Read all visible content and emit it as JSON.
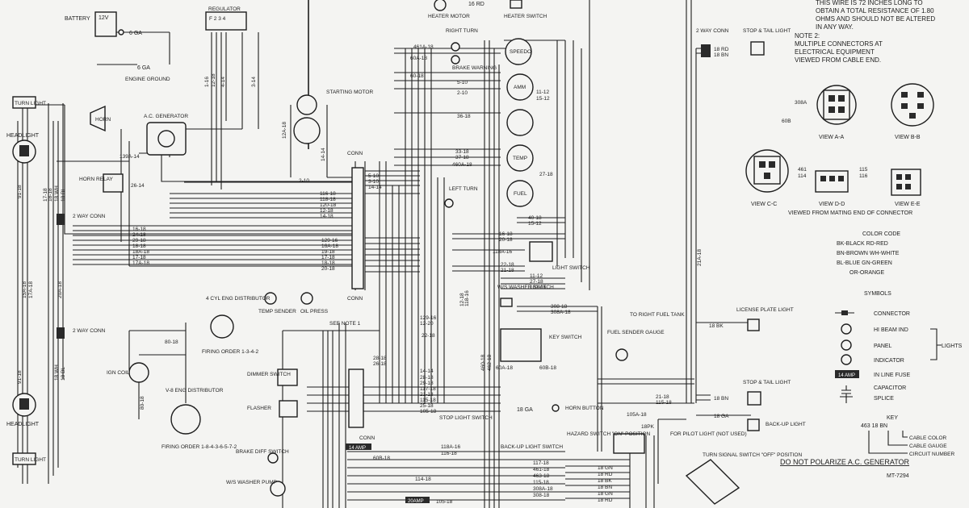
{
  "labels": {
    "battery": "BATTERY",
    "battery_v": "12V",
    "bat_wire": "6 GA",
    "regulator": "REGULATOR",
    "reg_pins": "F 2 3 4",
    "eng_ground_wire": "6 GA",
    "engine_ground": "ENGINE GROUND",
    "turn_light_tl": "TURN LIGHT",
    "turn_light_bl": "TURN LIGHT",
    "headlight_top": "HEADLIGHT",
    "headlight_bot": "HEADLIGHT",
    "horn": "HORN",
    "ac_generator": "A.C. GENERATOR",
    "w139": "139A-14",
    "horn_relay": "HORN RELAY",
    "two_way_conn_1": "2 WAY CONN",
    "two_way_conn_2": "2 WAY CONN",
    "two_way_conn_3": "2 WAY CONN",
    "starting_motor": "STARTING MOTOR",
    "heater_motor": "HEATER MOTOR",
    "heater_switch": "HEATER SWITCH",
    "w16rd": "16 RD",
    "right_turn": "RIGHT TURN",
    "brake_warning": "BRAKE WARNING",
    "left_turn": "LEFT TURN",
    "speedo": "SPEEDO",
    "amm": "AMM",
    "temp": "TEMP",
    "fuel": "FUEL",
    "light_switch": "LIGHT SWITCH",
    "temp_sender": "TEMP SENDER",
    "oil_press": "OIL PRESS",
    "four_cyl": "4 CYL ENG DISTRIBUTOR",
    "firing_order_4": "FIRING ORDER 1-3-4-2",
    "v8": "V-8 ENG DISTRIBUTOR",
    "firing_order_8": "FIRING ORDER 1-8-4-3-6-5-7-2",
    "ign_coil": "IGN COIL",
    "dimmer_switch": "DIMMER SWITCH",
    "flasher": "FLASHER",
    "brake_diff_switch": "BRAKE DIFF SWITCH",
    "ws_washer_pump": "W/S WASHER PUMP",
    "ws_washer_switch": "W/S WASHER SWITCH",
    "see_note_1": "SEE NOTE 1",
    "key_switch": "KEY SWITCH",
    "stop_light_switch": "STOP LIGHT SWITCH",
    "horn_button": "HORN BUTTON",
    "w18ga": "18 GA",
    "amp14": "14 AMP",
    "amp20": "20AMP",
    "backup_light_switch": "BACK-UP LIGHT SWITCH",
    "hazard_switch": "HAZARD SWITCH \"ON\" POSITION",
    "pilot_light": "FOR PILOT LIGHT (NOT USED)",
    "turn_signal_switch": "TURN SIGNAL SWITCH \"OFF\" POSITION",
    "fuel_sender": "FUEL SENDER GAUGE",
    "right_fuel_tank": "TO RIGHT FUEL TANK",
    "license_plate": "LICENSE PLATE LIGHT",
    "stop_tail_top": "STOP & TAIL LIGHT",
    "stop_tail_bot": "STOP & TAIL LIGHT",
    "backup_light": "BACK-UP LIGHT",
    "conn_a": "CONN",
    "conn_b": "CONN",
    "conn_c": "CONN",
    "do_not_polarize": "DO NOT POLARIZE A.C. GENERATOR",
    "mt_number": "MT-7294"
  },
  "wires": {
    "w1": "1-16",
    "w2": "12-18",
    "w3": "3-14",
    "w4": "4-14",
    "w5": "2-10",
    "w6": "26-14",
    "w7": "12A-18",
    "w8": "14-14",
    "w9": "5-10",
    "w10": "3-10",
    "w11": "14-14",
    "w12": "116-18",
    "w13": "118-18",
    "w14": "120-18",
    "w15": "12-18",
    "w16": "14-18",
    "w17": "16-18",
    "w18": "24-18",
    "w19": "29-18",
    "w20": "18-18",
    "w21": "18A-18",
    "w22": "17-18",
    "w23": "17A-18",
    "w24": "129-16",
    "w25": "16A-18",
    "w26": "19-18",
    "w27": "17-18",
    "w28": "18-18",
    "w29": "20-18",
    "w30": "461A-18",
    "w31": "60A-18",
    "w32": "60-18",
    "w33": "5-10",
    "w34": "2-10",
    "w35": "36-18",
    "w36": "33-18",
    "w37": "37-18",
    "w38": "460A-18",
    "w39": "11-12",
    "w40": "15-12",
    "w41": "27-18",
    "w42": "40-18",
    "w43": "15-12",
    "w44": "16-18",
    "w45": "20-18",
    "w46": "118A-16",
    "w47": "22-18",
    "w48": "21-18",
    "w49": "11-12",
    "w50": "27-18",
    "w51": "102-16",
    "w52": "308-18",
    "w53": "308A-18",
    "w54": "129-16",
    "w55": "12-20",
    "w56": "22-18",
    "w57": "28-18",
    "w58": "26-18",
    "w59": "14-14",
    "w60": "28-18",
    "w61": "29-18",
    "w62": "117-18",
    "w63": "21-18",
    "w64": "115-18",
    "w65": "25-18",
    "w66": "105-18",
    "w67": "60A-18",
    "w68": "60B-18",
    "w69": "118A-16",
    "w70": "116-18",
    "w71": "60B-18",
    "w72": "114-18",
    "w73": "117-18",
    "w74": "461-18",
    "w75": "463-18",
    "w76": "115-18",
    "w77": "308A-18",
    "w78": "308-18",
    "w79": "105-18",
    "w80": "18 GN",
    "w81": "18 RD",
    "w82": "18 BK",
    "w83": "18 BN",
    "w84": "18 GN",
    "w85": "18 RD",
    "w86": "18 BN",
    "w87": "21-18",
    "w88": "115-18",
    "w89": "105A-18",
    "w90": "18PK",
    "w91": "18 BK",
    "w92": "18 BN",
    "w93": "21A-18",
    "w94": "18 GA",
    "w95": "80-18",
    "w96": "80-18",
    "w97": "20A-18",
    "w98": "15A-18",
    "w99": "17A-18",
    "w100": "91-18",
    "w101": "91-18",
    "w102": "17-18",
    "w103": "18-18",
    "w104": "18 WH",
    "w105": "18 BL",
    "w106": "18 WH",
    "w107": "18 BL",
    "w108": "460-18",
    "w109": "462-18",
    "w110": "118-16",
    "w111": "12-18"
  },
  "notes": {
    "note1_line1": "THIS WIRE IS 72 INCHES LONG TO",
    "note1_line2": "OBTAIN A TOTAL RESISTANCE OF 1.80",
    "note1_line3": "OHMS AND SHOULD NOT BE ALTERED",
    "note1_line4": "IN ANY WAY.",
    "note2_title": "NOTE 2:",
    "note2_line1": "MULTIPLE CONNECTORS AT",
    "note2_line2": "ELECTRICAL EQUIPMENT",
    "note2_line3": "VIEWED FROM CABLE END.",
    "view_aa": "VIEW A-A",
    "view_bb": "VIEW B-B",
    "view_cc": "VIEW C-C",
    "view_dd": "VIEW D-D",
    "view_ee": "VIEW E-E",
    "viewed_from": "VIEWED FROM MATING END OF CONNECTOR",
    "wire_308a": "308A",
    "wire_60b": "60B",
    "wire_461": "461",
    "wire_114": "114",
    "wire_115": "115",
    "wire_116": "116"
  },
  "color_code": {
    "title": "COLOR CODE",
    "rows": [
      "BK-BLACK  RD-RED",
      "BN-BROWN  WH-WHITE",
      "BL-BLUE   GN-GREEN",
      "OR-ORANGE"
    ]
  },
  "symbols": {
    "title": "SYMBOLS",
    "items": [
      "CONNECTOR",
      "HI BEAM IND",
      "PANEL",
      "INDICATOR",
      "IN LINE FUSE",
      "CAPACITOR",
      "SPLICE"
    ],
    "lights": "LIGHTS",
    "fuse_tag": "14 AMP"
  },
  "key": {
    "title": "KEY",
    "example": "463  18  BN",
    "cable_color": "CABLE COLOR",
    "cable_gauge": "CABLE GAUGE",
    "circuit_number": "CIRCUIT NUMBER"
  }
}
